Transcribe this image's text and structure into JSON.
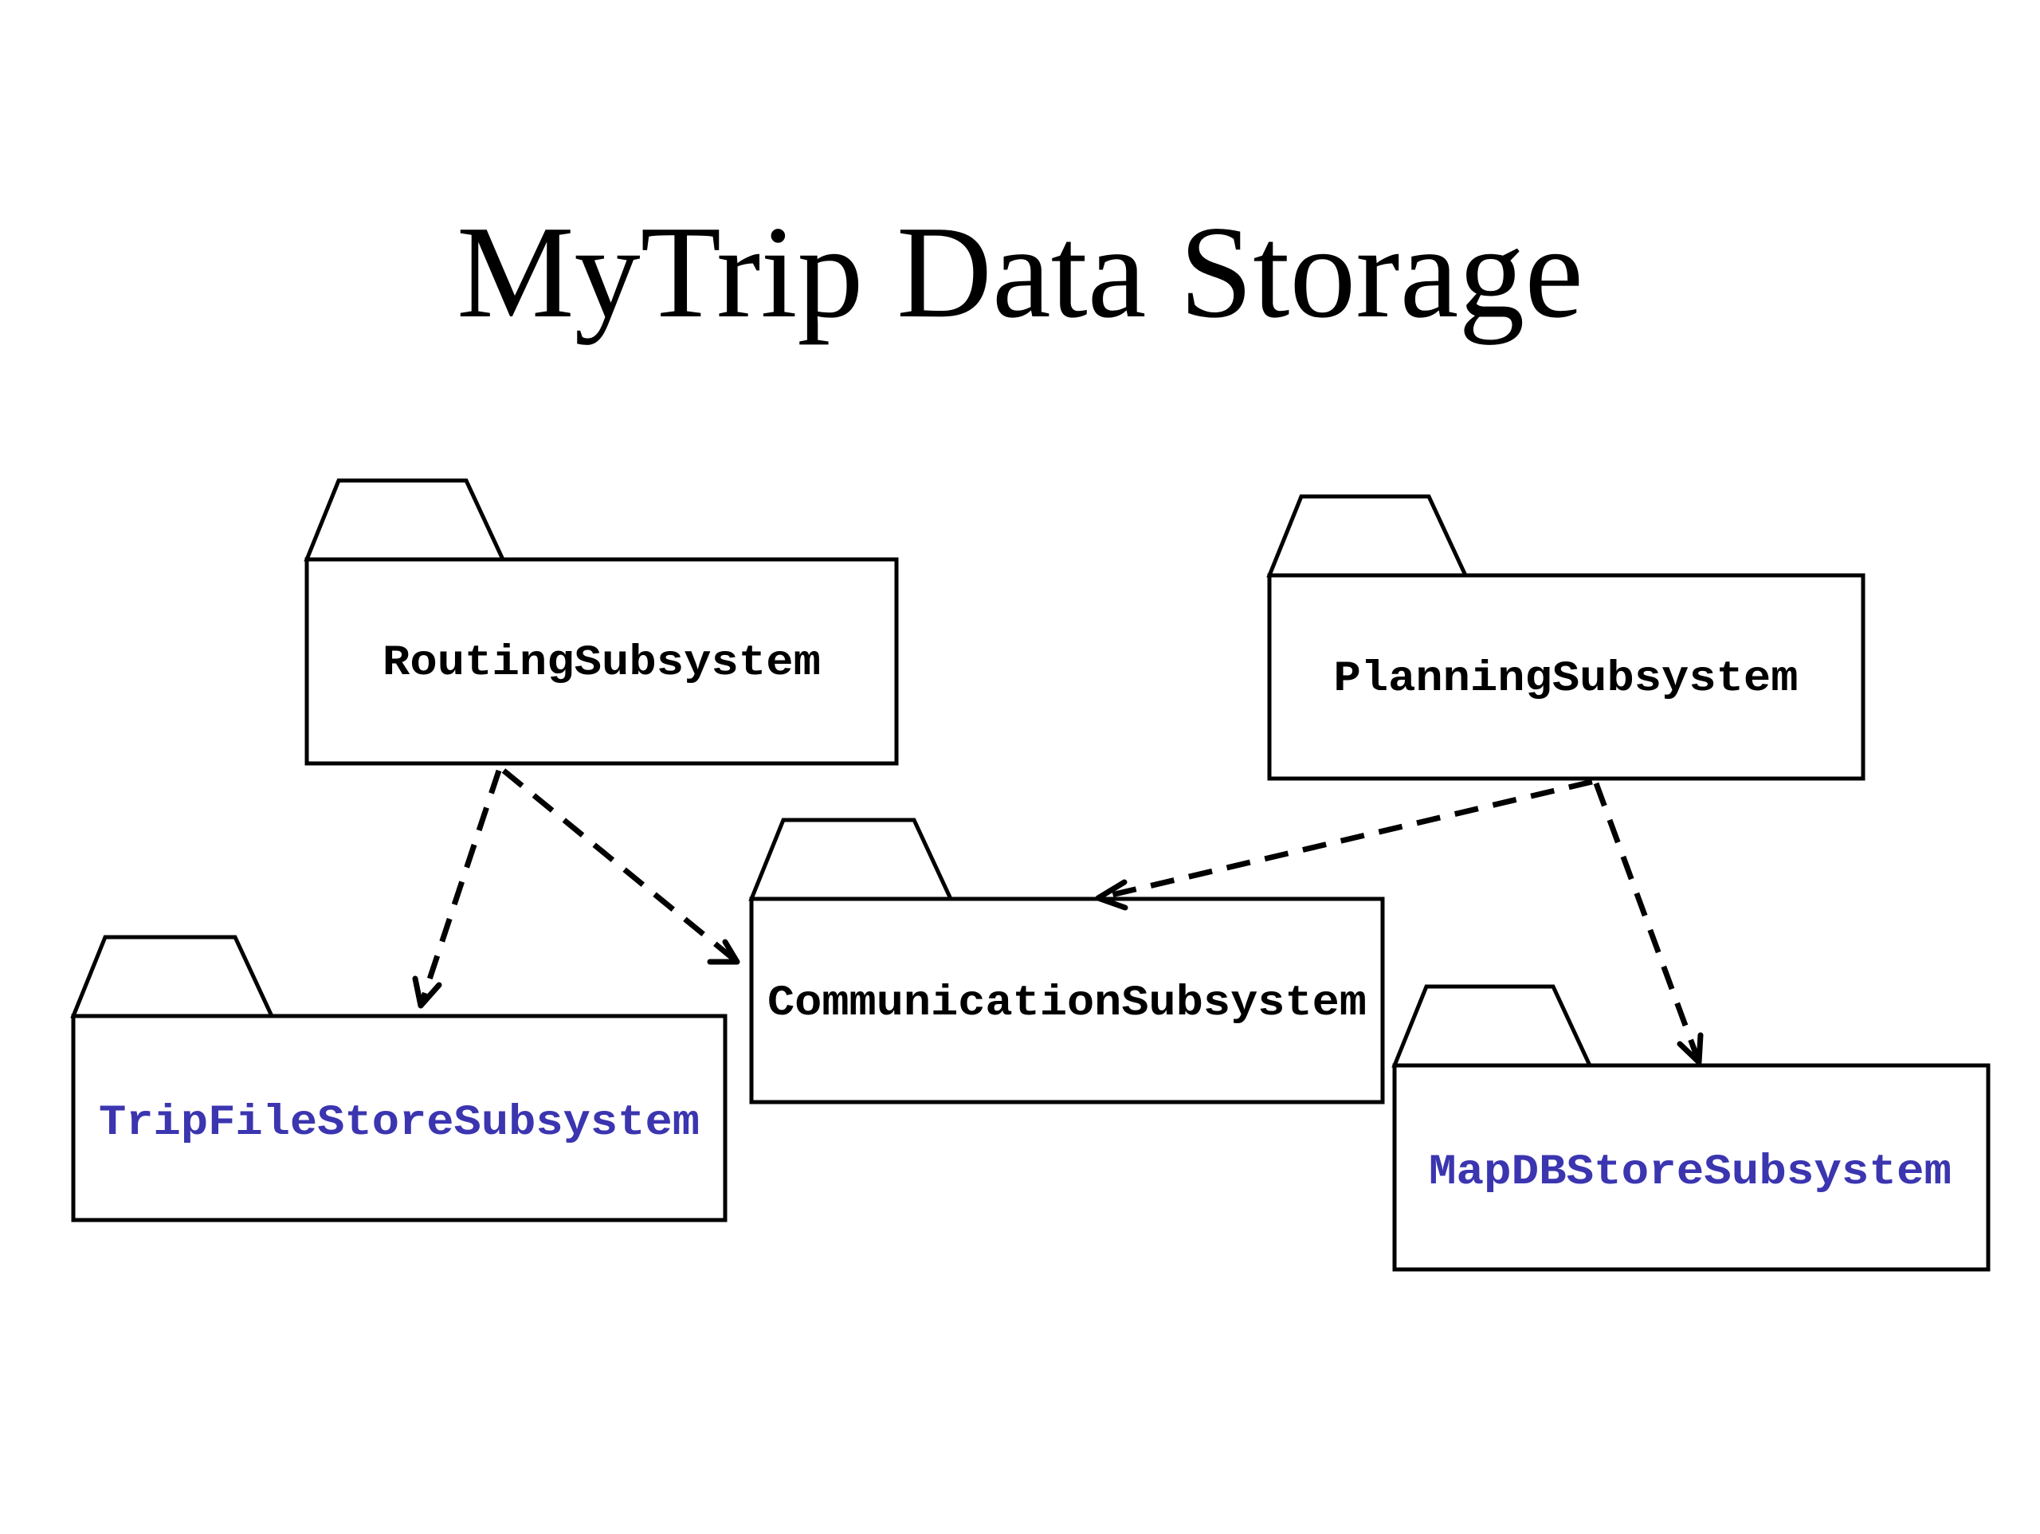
{
  "title": "MyTrip Data Storage",
  "colors": {
    "default_label": "#000000",
    "storage_label": "#3b35b0",
    "outline": "#000000",
    "background": "#ffffff"
  },
  "packages": {
    "routing": {
      "label": "RoutingSubsystem",
      "role": "default"
    },
    "planning": {
      "label": "PlanningSubsystem",
      "role": "default"
    },
    "communication": {
      "label": "CommunicationSubsystem",
      "role": "default"
    },
    "tripfilestore": {
      "label": "TripFileStoreSubsystem",
      "role": "storage"
    },
    "mapdbstore": {
      "label": "MapDBStoreSubsystem",
      "role": "storage"
    }
  },
  "dependencies": [
    {
      "from": "RoutingSubsystem",
      "to": "TripFileStoreSubsystem",
      "style": "dashed"
    },
    {
      "from": "RoutingSubsystem",
      "to": "CommunicationSubsystem",
      "style": "dashed"
    },
    {
      "from": "PlanningSubsystem",
      "to": "CommunicationSubsystem",
      "style": "dashed"
    },
    {
      "from": "PlanningSubsystem",
      "to": "MapDBStoreSubsystem",
      "style": "dashed"
    }
  ]
}
